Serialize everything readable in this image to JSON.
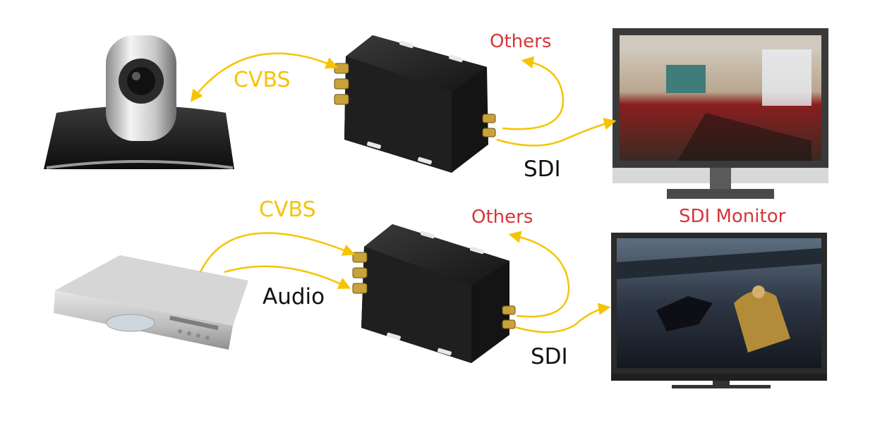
{
  "labels": {
    "cvbs_top": "CVBS",
    "others_top": "Others",
    "sdi_top": "SDI",
    "sdi_monitor": "SDI Monitor",
    "cvbs_bottom": "CVBS",
    "others_bottom": "Others",
    "audio": "Audio",
    "sdi_bottom": "SDI"
  },
  "colors": {
    "signal_arrow": "#f5c400",
    "others_text": "#d6363a",
    "converter_body": "#1c1c1c",
    "monitor_frame": "#3a3a3a"
  },
  "icons": {
    "camera": "ptz-camera-icon",
    "dvd": "dvd-player-icon",
    "converter": "cvbs-to-sdi-converter-icon",
    "monitor": "sdi-monitor-icon"
  }
}
